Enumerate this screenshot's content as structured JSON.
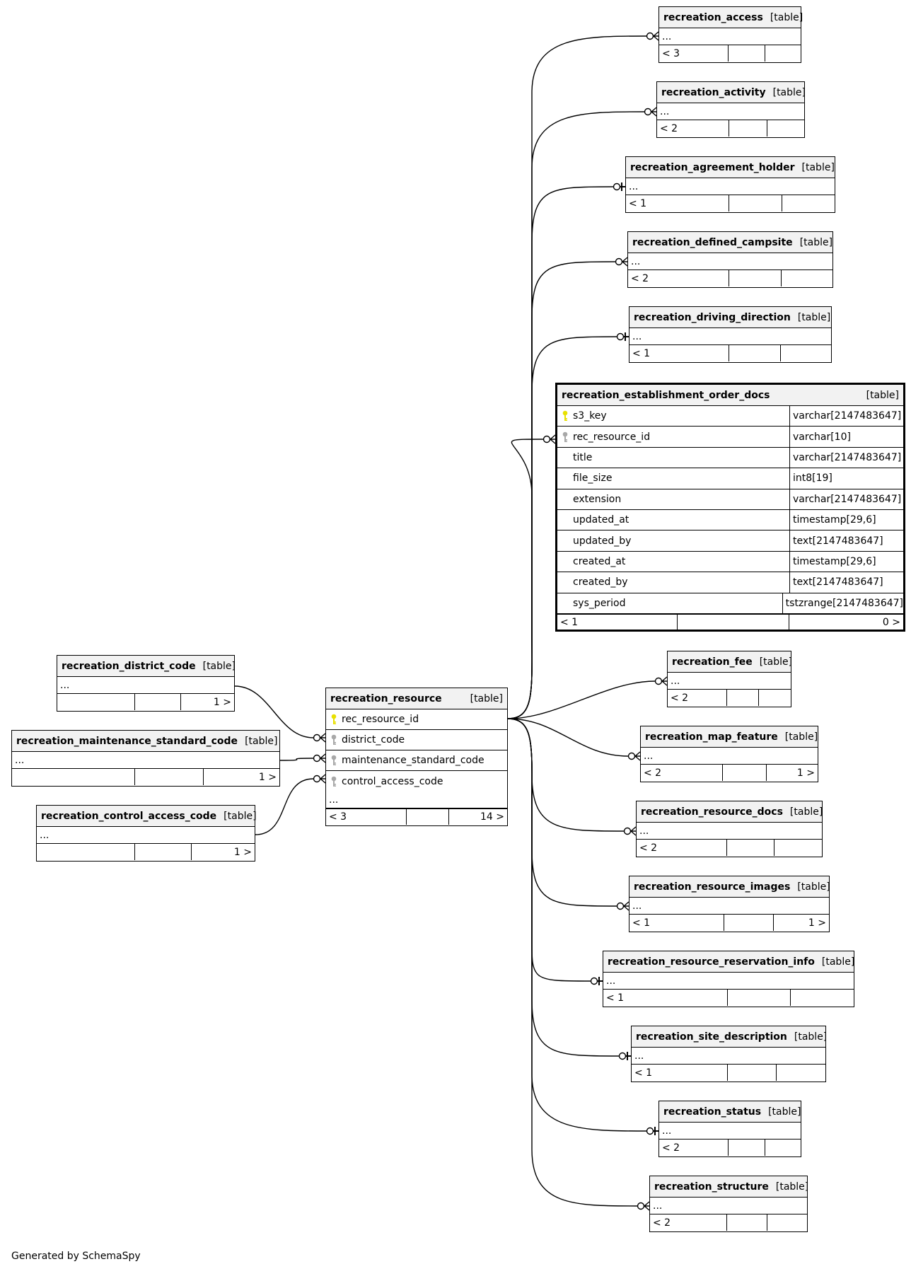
{
  "tables": {
    "recreation_access": {
      "name": "recreation_access",
      "tag": "[table]",
      "ellipsis": "...",
      "left": "< 3",
      "right": ""
    },
    "recreation_activity": {
      "name": "recreation_activity",
      "tag": "[table]",
      "ellipsis": "...",
      "left": "< 2",
      "right": ""
    },
    "recreation_agreement_holder": {
      "name": "recreation_agreement_holder",
      "tag": "[table]",
      "ellipsis": "...",
      "left": "< 1",
      "right": ""
    },
    "recreation_defined_campsite": {
      "name": "recreation_defined_campsite",
      "tag": "[table]",
      "ellipsis": "...",
      "left": "< 2",
      "right": ""
    },
    "recreation_driving_direction": {
      "name": "recreation_driving_direction",
      "tag": "[table]",
      "ellipsis": "...",
      "left": "< 1",
      "right": ""
    },
    "recreation_fee": {
      "name": "recreation_fee",
      "tag": "[table]",
      "ellipsis": "...",
      "left": "< 2",
      "right": ""
    },
    "recreation_map_feature": {
      "name": "recreation_map_feature",
      "tag": "[table]",
      "ellipsis": "...",
      "left": "< 2",
      "right": "1 >"
    },
    "recreation_resource_docs": {
      "name": "recreation_resource_docs",
      "tag": "[table]",
      "ellipsis": "...",
      "left": "< 2",
      "right": ""
    },
    "recreation_resource_images": {
      "name": "recreation_resource_images",
      "tag": "[table]",
      "ellipsis": "...",
      "left": "< 1",
      "right": "1 >"
    },
    "recreation_resource_reservation_info": {
      "name": "recreation_resource_reservation_info",
      "tag": "[table]",
      "ellipsis": "...",
      "left": "< 1",
      "right": ""
    },
    "recreation_site_description": {
      "name": "recreation_site_description",
      "tag": "[table]",
      "ellipsis": "...",
      "left": "< 1",
      "right": ""
    },
    "recreation_status": {
      "name": "recreation_status",
      "tag": "[table]",
      "ellipsis": "...",
      "left": "< 2",
      "right": ""
    },
    "recreation_structure": {
      "name": "recreation_structure",
      "tag": "[table]",
      "ellipsis": "...",
      "left": "< 2",
      "right": ""
    },
    "recreation_district_code": {
      "name": "recreation_district_code",
      "tag": "[table]",
      "ellipsis": "...",
      "left": "",
      "right": "1 >"
    },
    "recreation_maintenance_standard_code": {
      "name": "recreation_maintenance_standard_code",
      "tag": "[table]",
      "ellipsis": "...",
      "left": "",
      "right": "1 >"
    },
    "recreation_control_access_code": {
      "name": "recreation_control_access_code",
      "tag": "[table]",
      "ellipsis": "...",
      "left": "",
      "right": "1 >"
    },
    "recreation_resource": {
      "name": "recreation_resource",
      "tag": "[table]",
      "columns": [
        "rec_resource_id",
        "district_code",
        "maintenance_standard_code",
        "control_access_code"
      ],
      "ellipsis": "...",
      "left": "< 3",
      "right": "14 >"
    },
    "recreation_establishment_order_docs": {
      "name": "recreation_establishment_order_docs",
      "tag": "[table]",
      "columns": [
        {
          "name": "s3_key",
          "type": "varchar[2147483647]"
        },
        {
          "name": "rec_resource_id",
          "type": "varchar[10]"
        },
        {
          "name": "title",
          "type": "varchar[2147483647]"
        },
        {
          "name": "file_size",
          "type": "int8[19]"
        },
        {
          "name": "extension",
          "type": "varchar[2147483647]"
        },
        {
          "name": "updated_at",
          "type": "timestamp[29,6]"
        },
        {
          "name": "updated_by",
          "type": "text[2147483647]"
        },
        {
          "name": "created_at",
          "type": "timestamp[29,6]"
        },
        {
          "name": "created_by",
          "type": "text[2147483647]"
        },
        {
          "name": "sys_period",
          "type": "tstzrange[2147483647]"
        }
      ],
      "left": "< 1",
      "right": "0 >"
    }
  },
  "footer": "Generated by SchemaSpy",
  "colors": {
    "line": "#000000",
    "header_bg": "#f2f2f2",
    "primary_key": "#e8e000",
    "foreign_key": "#a8a8a8"
  }
}
